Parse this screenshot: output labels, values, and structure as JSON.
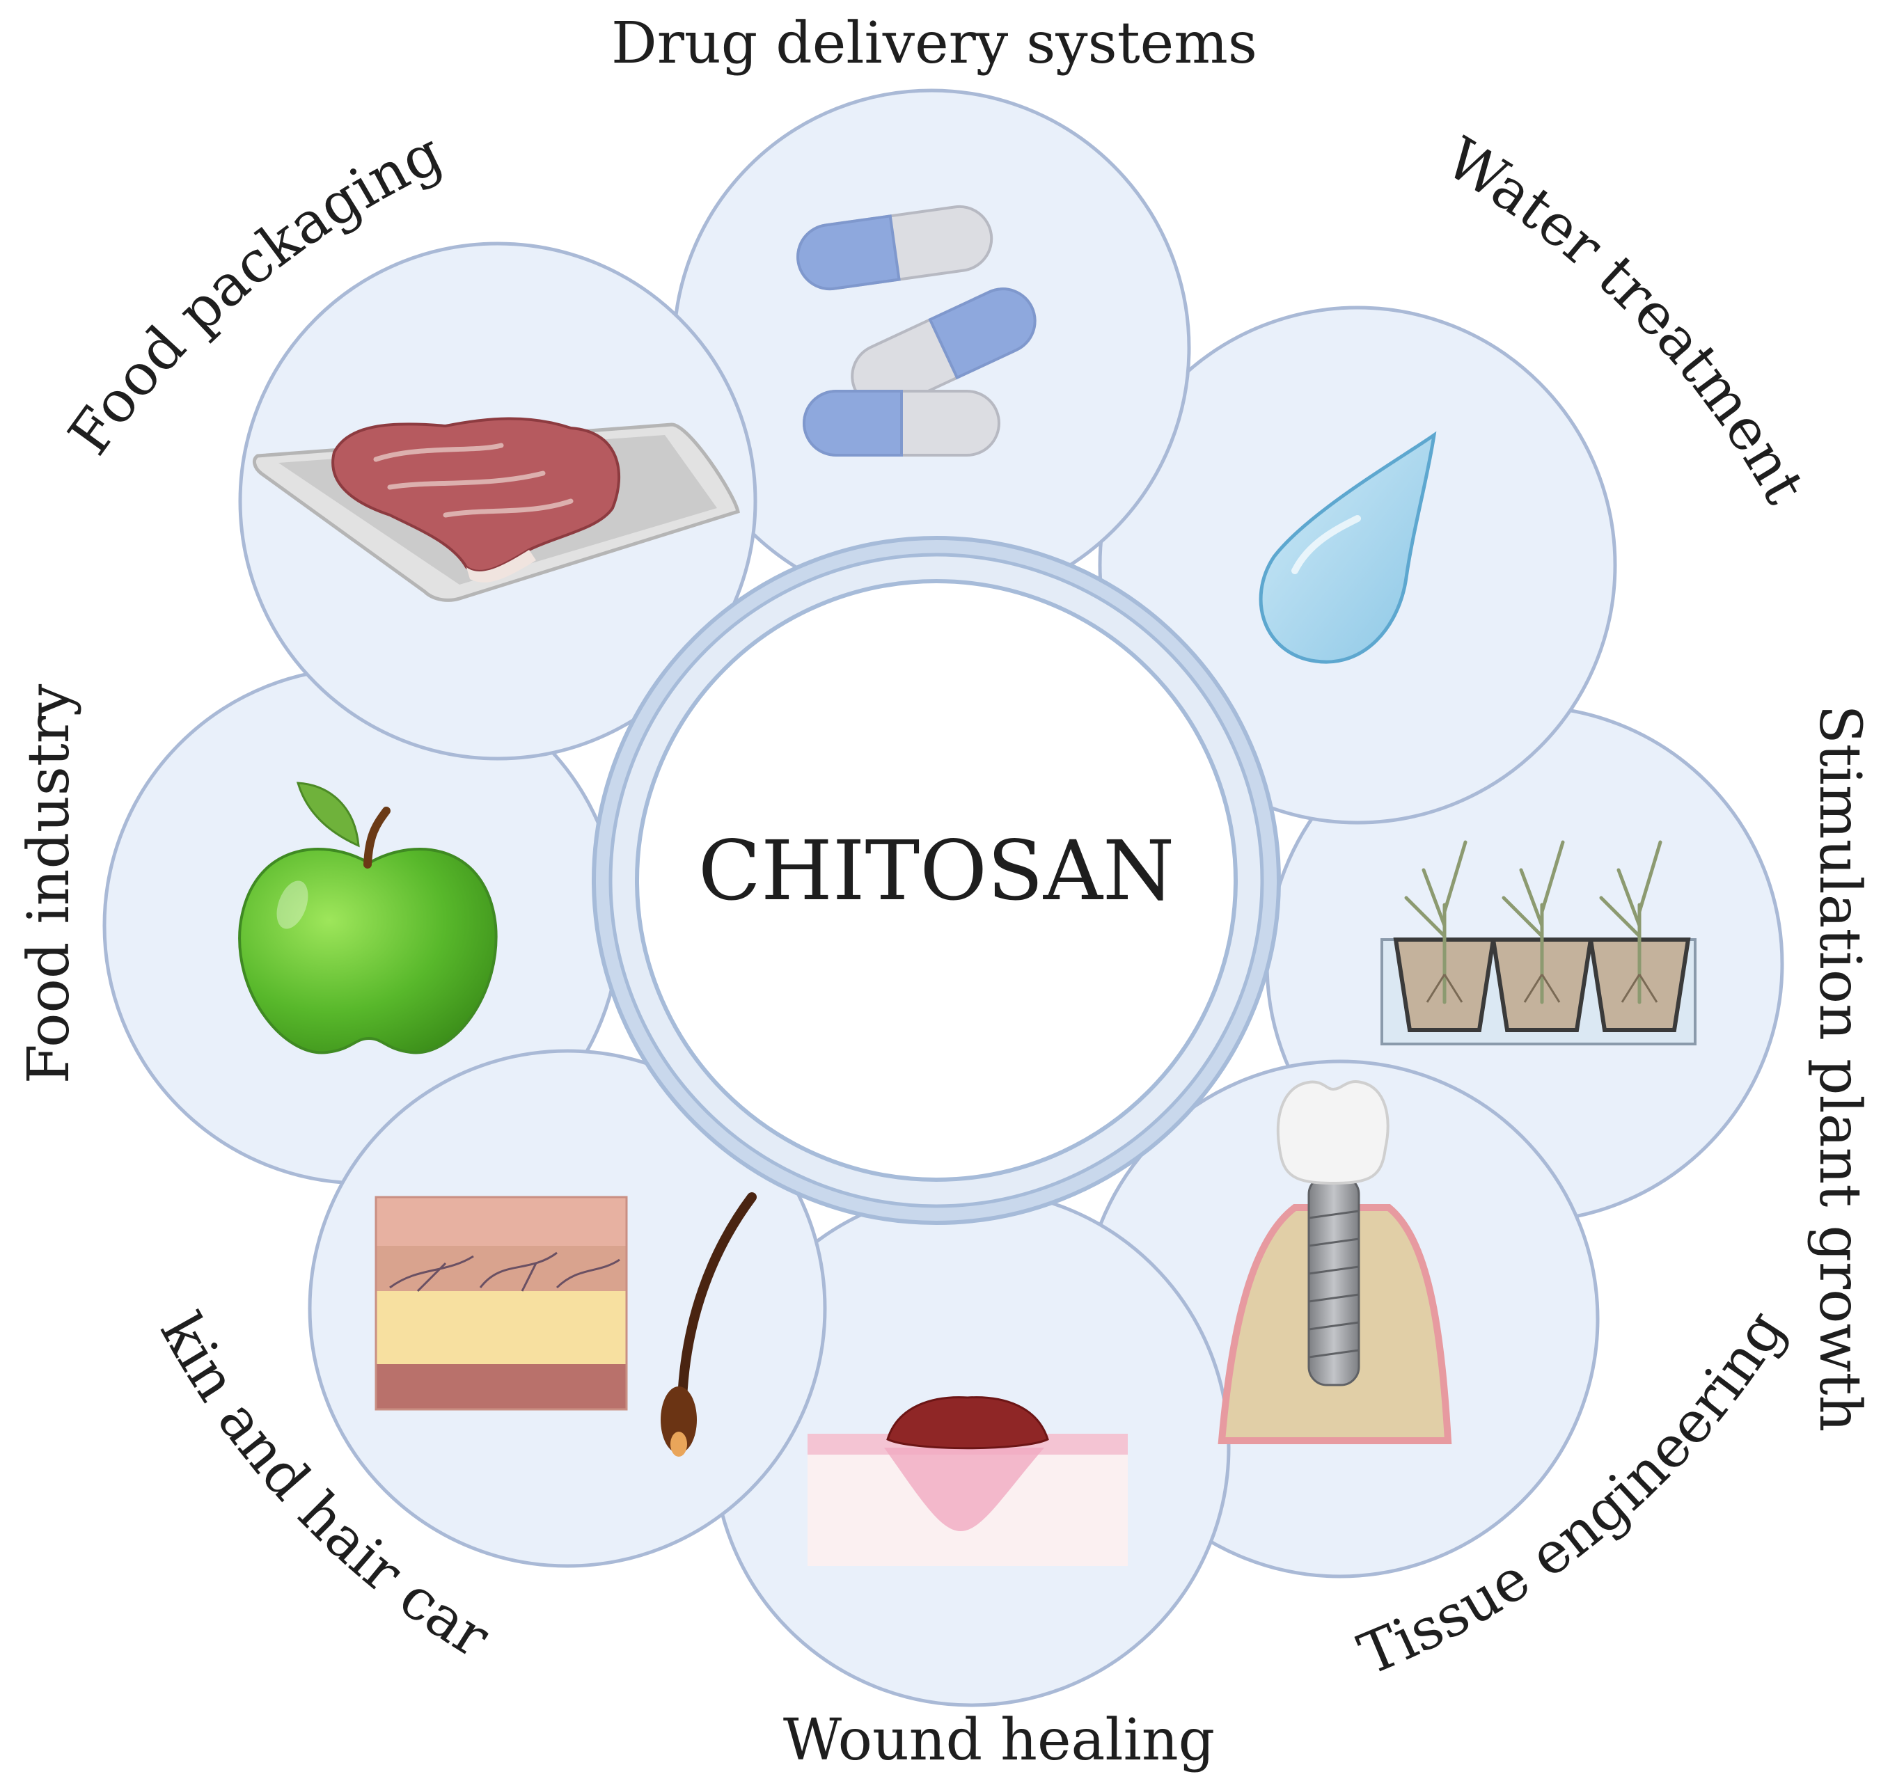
{
  "center": {
    "label": "CHITOSAN"
  },
  "applications": [
    {
      "id": "drug",
      "label": "Drug delivery systems",
      "icon": "capsule-pills-icon"
    },
    {
      "id": "water",
      "label": "Water treatment",
      "icon": "water-drop-icon"
    },
    {
      "id": "plant",
      "label": "Stimulation plant growth",
      "icon": "plant-seedlings-icon"
    },
    {
      "id": "tissue",
      "label": "Tissue engineering",
      "icon": "dental-implant-icon"
    },
    {
      "id": "wound",
      "label": "Wound healing",
      "icon": "skin-wound-icon"
    },
    {
      "id": "skin",
      "label": "Skin and hair care",
      "icon": "skin-hair-icon"
    },
    {
      "id": "foodind",
      "label": "Food industry",
      "icon": "green-apple-icon"
    },
    {
      "id": "foodpack",
      "label": "Food packaging",
      "icon": "meat-tray-icon"
    }
  ],
  "colors": {
    "circle_fill": "#e9f0fa",
    "circle_stroke": "#a9b9d6",
    "ring": "#a6bbd9"
  }
}
